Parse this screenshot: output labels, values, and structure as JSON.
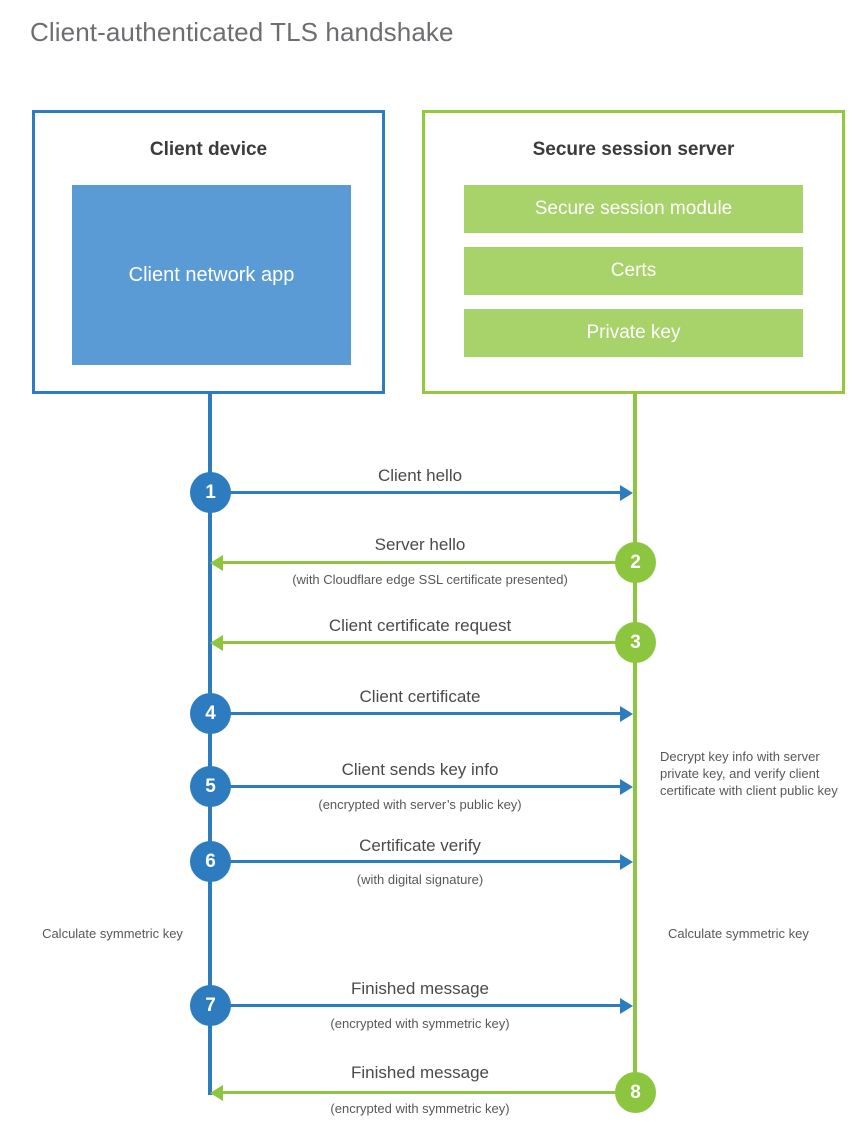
{
  "title": "Client-authenticated TLS handshake",
  "colors": {
    "client_blue": "#2e7cc0",
    "client_app_fill": "#5b9bd5",
    "server_green": "#8cc63f",
    "server_border_green": "#95c93d",
    "server_item_fill": "#a8d26a",
    "title_gray": "#6d6e71",
    "text_gray": "#4a4a4c",
    "background": "#ffffff"
  },
  "client": {
    "title": "Client device",
    "app_label": "Client network app"
  },
  "server": {
    "title": "Secure session server",
    "items": [
      {
        "label": "Secure session module"
      },
      {
        "label": "Certs"
      },
      {
        "label": "Private key"
      }
    ]
  },
  "steps": [
    {
      "number": "1",
      "label": "Client hello",
      "sublabel": "",
      "direction": "client-to-server",
      "color": "blue"
    },
    {
      "number": "2",
      "label": "Server hello",
      "sublabel": "(with Cloudflare edge SSL certificate presented)",
      "direction": "server-to-client",
      "color": "green"
    },
    {
      "number": "3",
      "label": "Client certificate request",
      "sublabel": "",
      "direction": "server-to-client",
      "color": "green"
    },
    {
      "number": "4",
      "label": "Client certificate",
      "sublabel": "",
      "direction": "client-to-server",
      "color": "blue"
    },
    {
      "number": "5",
      "label": "Client sends key info",
      "sublabel": "(encrypted with server’s public key)",
      "direction": "client-to-server",
      "color": "blue"
    },
    {
      "number": "6",
      "label": "Certificate verify",
      "sublabel": "(with digital signature)",
      "direction": "client-to-server",
      "color": "blue"
    },
    {
      "number": "7",
      "label": "Finished message",
      "sublabel": "(encrypted with symmetric key)",
      "direction": "client-to-server",
      "color": "blue"
    },
    {
      "number": "8",
      "label": "Finished message",
      "sublabel": "(encrypted with symmetric key)",
      "direction": "server-to-client",
      "color": "green"
    }
  ],
  "annotations": {
    "server_decrypt": "Decrypt key info with server private key, and verify client certificate with client public key",
    "client_calculate": "Calculate symmetric key",
    "server_calculate": "Calculate symmetric key"
  }
}
